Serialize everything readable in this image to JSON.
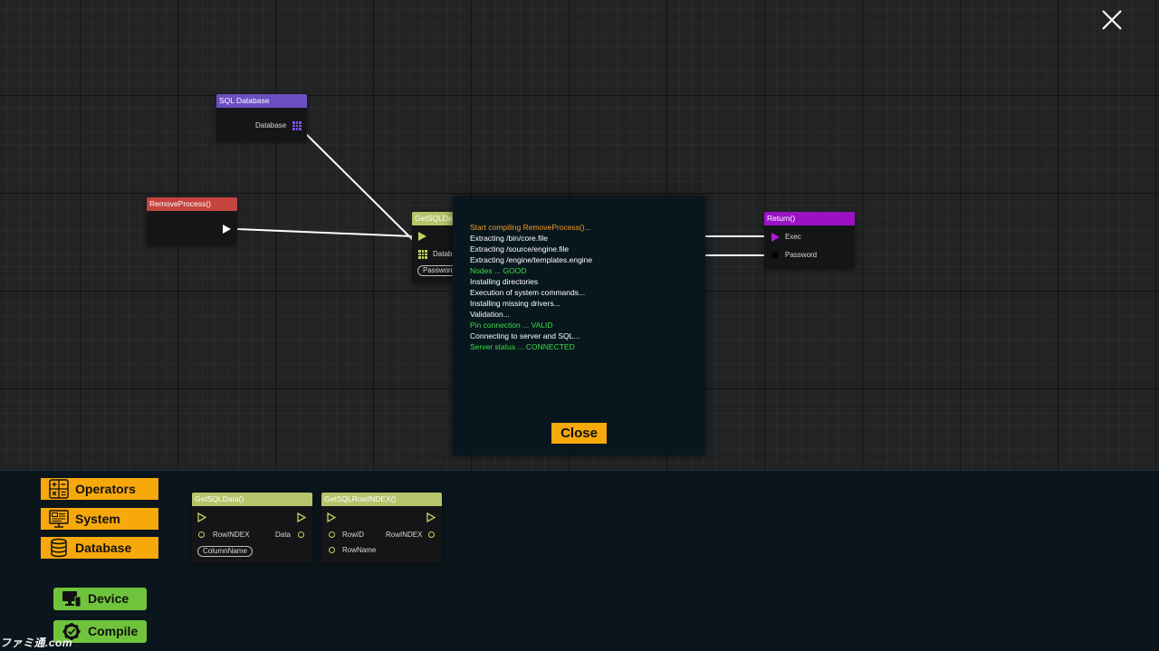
{
  "window": {
    "close_icon": "close-x-icon"
  },
  "colors": {
    "sql_database_header": "#6b4fc2",
    "remove_process_header": "#c4443e",
    "getsqldata_header": "#b6c46c",
    "return_header": "#9a12c4",
    "accent_orange": "#f7a80b",
    "accent_green": "#70c43c",
    "log_orange": "#f79a25",
    "log_green": "#3ddc4a"
  },
  "canvas_nodes": {
    "sql_database": {
      "title": "SQL Database",
      "pin_label": "Database"
    },
    "remove_process": {
      "title": "RemoveProcess()"
    },
    "get_sql_data": {
      "title": "GetSQLData()",
      "pin_database": "Database",
      "field_password": "Password"
    },
    "return": {
      "title": "Return()",
      "pin_exec": "Exec",
      "pin_password": "Password"
    }
  },
  "log": {
    "lines": [
      {
        "text": "Start compiling RemoveProcess()...",
        "status": "orange"
      },
      {
        "text": "Extracting /bin/core.file",
        "status": "white"
      },
      {
        "text": "Extracting /source/engine.file",
        "status": "white"
      },
      {
        "text": "Extracting /engine/templates.engine",
        "status": "white"
      },
      {
        "text": "Nodes ... GOOD",
        "status": "green"
      },
      {
        "text": "Installing directories",
        "status": "white"
      },
      {
        "text": "Execution of system commands...",
        "status": "white"
      },
      {
        "text": "Installing missing drivers...",
        "status": "white"
      },
      {
        "text": "Validation...",
        "status": "white"
      },
      {
        "text": "Pin connection ... VALID",
        "status": "green"
      },
      {
        "text": "Connecting to server and SQL...",
        "status": "white"
      },
      {
        "text": "Server status ... CONNECTED",
        "status": "green"
      }
    ],
    "close_label": "Close"
  },
  "categories": [
    {
      "label": "Operators",
      "icon": "operators-calculator-icon"
    },
    {
      "label": "System",
      "icon": "system-monitor-icon"
    },
    {
      "label": "Database",
      "icon": "database-stack-icon"
    }
  ],
  "palette_nodes": {
    "get_sql_data": {
      "title": "GetSQLData()",
      "pin_rowindex": "RowINDEX",
      "pin_data": "Data",
      "field_columnname": "ColumnName"
    },
    "get_sql_rowindex": {
      "title": "GetSQLRowINDEX()",
      "pin_rowid": "RowID",
      "pin_rowindex_out": "RowINDEX",
      "pin_rowname": "RowName"
    }
  },
  "actions": {
    "device_label": "Device",
    "compile_label": "Compile"
  },
  "watermark": "ファミ通.com"
}
